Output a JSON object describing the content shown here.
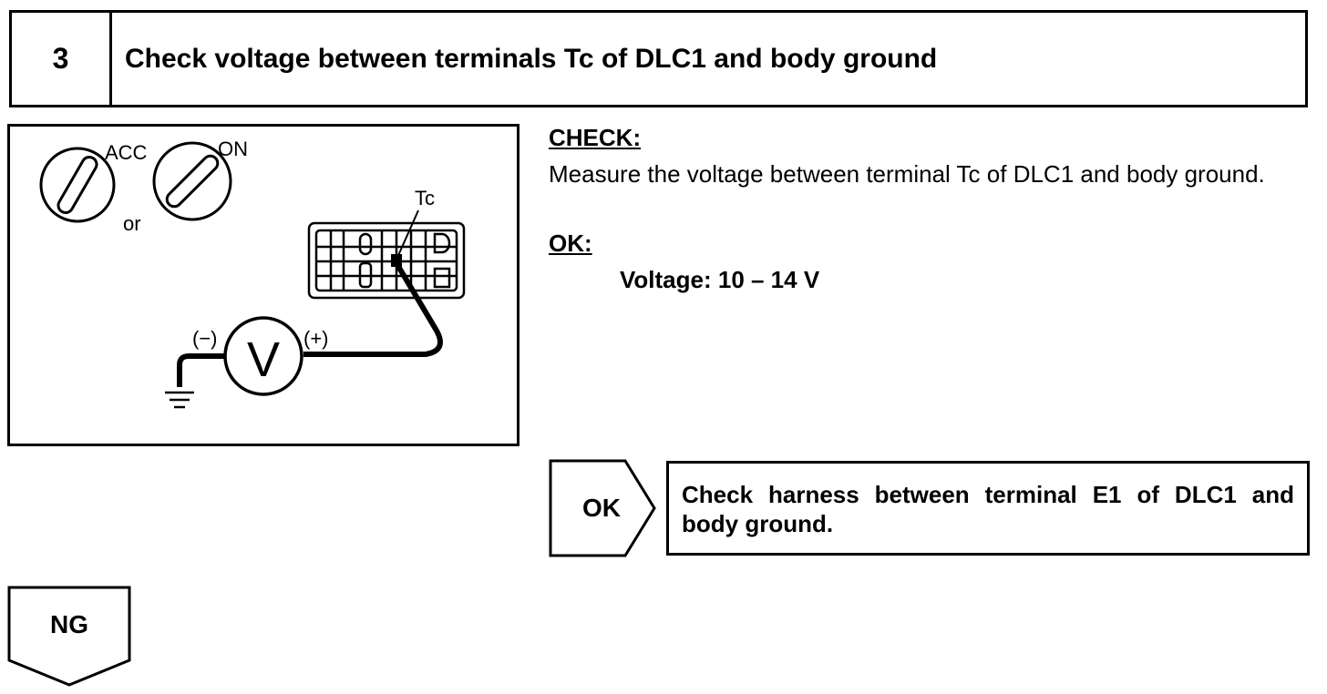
{
  "step": {
    "number": "3",
    "title": "Check voltage between terminals Tc of DLC1 and body ground"
  },
  "illustration": {
    "acc_label": "ACC",
    "on_label": "ON",
    "or_label": "or",
    "terminal_label": "Tc",
    "neg_label": "(−)",
    "pos_label": "(+)",
    "meter_label": "V"
  },
  "check": {
    "heading": "CHECK:",
    "instruction": "Measure the voltage between terminal Tc of DLC1 and body ground.",
    "ok_heading": "OK:",
    "ok_spec": "Voltage: 10 – 14 V"
  },
  "ok_branch": {
    "tag": "OK",
    "result": "Check harness between terminal E1 of DLC1 and body ground."
  },
  "ng_branch": {
    "tag": "NG"
  }
}
